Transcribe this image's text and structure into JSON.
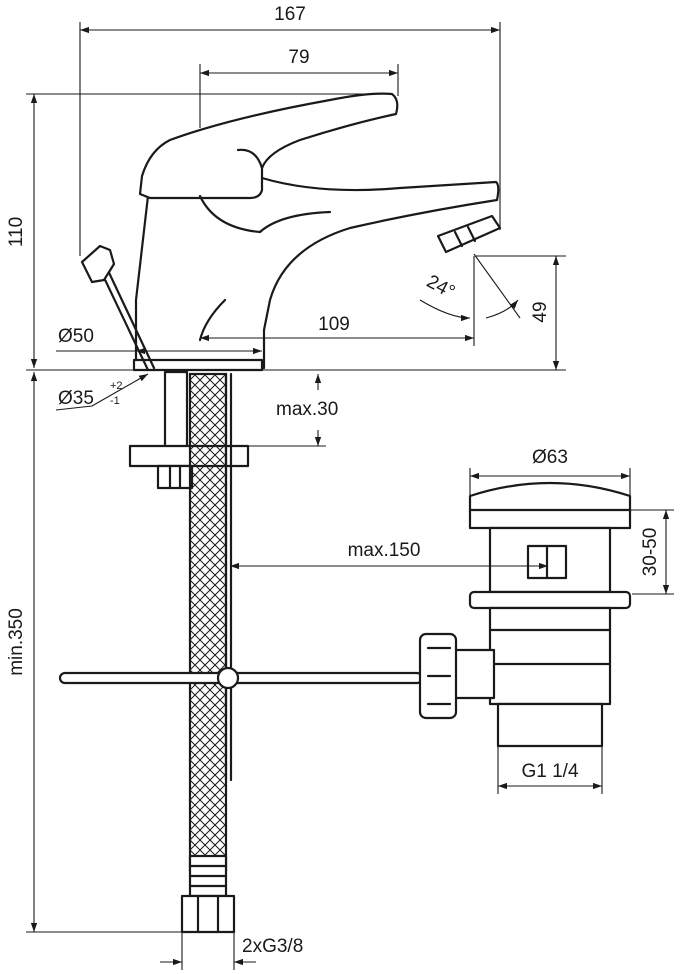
{
  "dimensions": {
    "overall_length": "167",
    "lever_length": "79",
    "height": "110",
    "spout_height": "49",
    "spout_reach": "109",
    "base_diameter": "Ø50",
    "hole_diameter": "Ø35",
    "hole_tol_plus": "+2",
    "hole_tol_minus": "-1",
    "deck_thickness": "max.30",
    "waste_diameter": "Ø63",
    "waste_offset": "max.150",
    "waste_range": "30-50",
    "minimum_length": "min.350",
    "waste_thread": "G1 1/4",
    "hose_thread": "2xG3/8"
  },
  "colors": {
    "line": "#1a1a1a",
    "background": "#ffffff"
  }
}
